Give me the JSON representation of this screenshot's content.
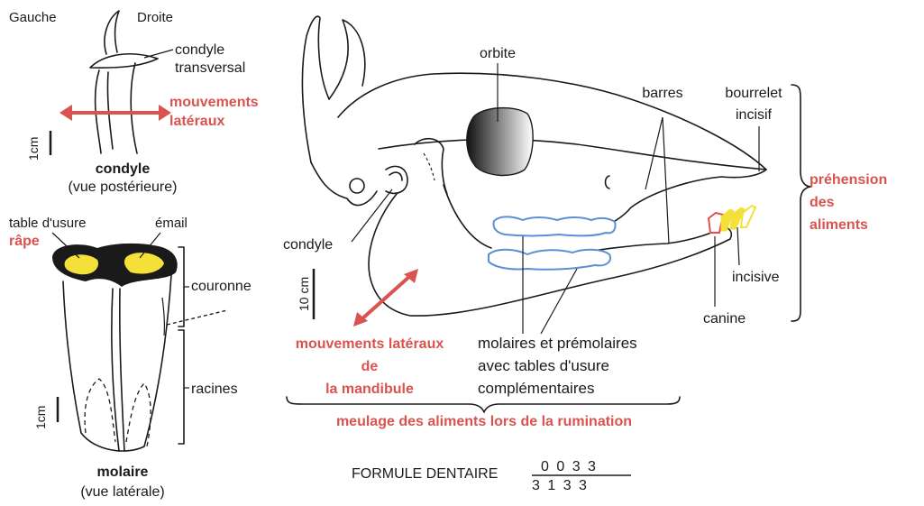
{
  "condyle_view": {
    "gauche": "Gauche",
    "droite": "Droite",
    "condyle_transversal_1": "condyle",
    "condyle_transversal_2": "transversal",
    "mouvements_1": "mouvements",
    "mouvements_2": "latéraux",
    "scale": "1cm",
    "title": "condyle",
    "subtitle": "(vue postérieure)"
  },
  "molar_view": {
    "table_usure": "table d'usure",
    "rape": "râpe",
    "email": "émail",
    "couronne": "couronne",
    "racines": "racines",
    "scale": "1cm",
    "title": "molaire",
    "subtitle": "(vue latérale)"
  },
  "skull": {
    "orbite": "orbite",
    "barres": "barres",
    "bourrelet_1": "bourrelet",
    "bourrelet_2": "incisif",
    "prehension_1": "préhension",
    "prehension_2": "des",
    "prehension_3": "aliments",
    "condyle": "condyle",
    "scale": "10 cm",
    "incisive": "incisive",
    "canine": "canine",
    "mvt_1": "mouvements latéraux",
    "mvt_2": "de",
    "mvt_3": "la mandibule",
    "molaires_1": "molaires et prémolaires",
    "molaires_2": "avec tables d'usure",
    "molaires_3": "complémentaires",
    "meulage": "meulage des aliments lors de la rumination"
  },
  "formule": {
    "label": "FORMULE DENTAIRE",
    "upper": "0 0 3 3",
    "lower": "3 1 3 3"
  },
  "colors": {
    "accent_red": "#d9534f",
    "enamel_yellow": "#f5e03a",
    "molar_blue": "#5b8fd6",
    "canine_red": "#e05050"
  }
}
